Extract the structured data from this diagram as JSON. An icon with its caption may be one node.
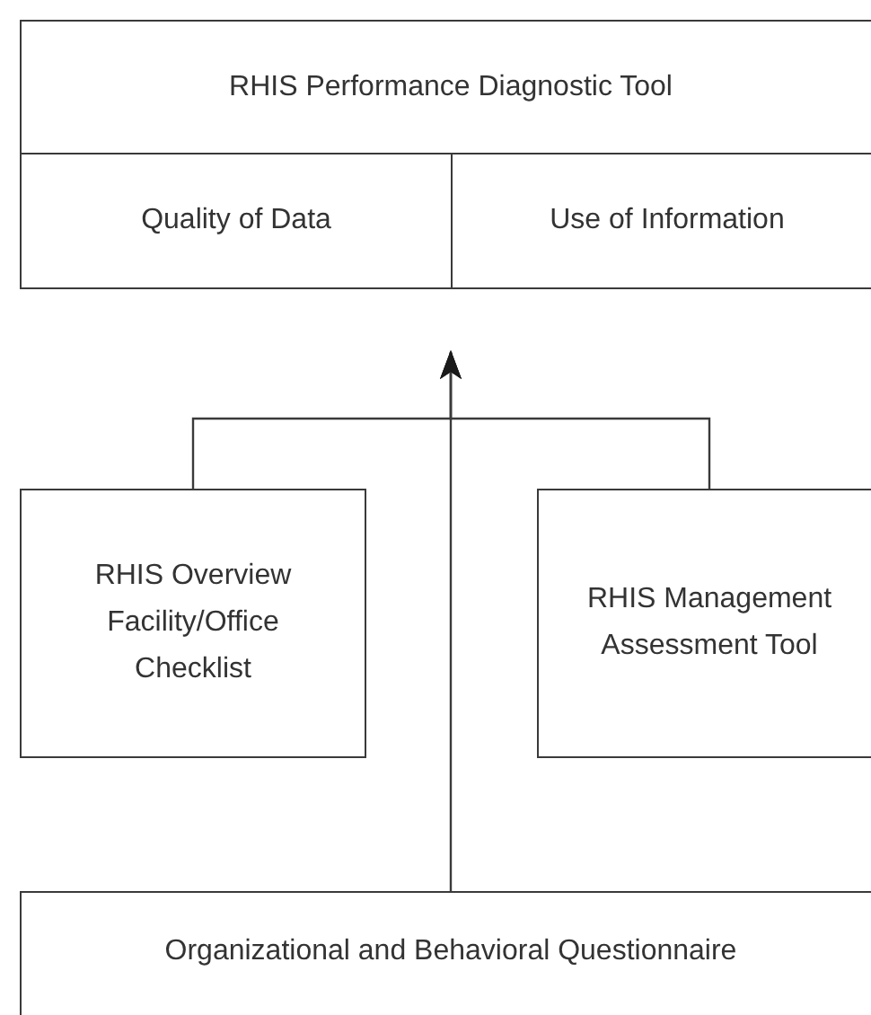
{
  "diagram": {
    "nodes": [
      {
        "text": [
          "RHIS Performance Diagnostic Tool"
        ]
      },
      {
        "text": [
          "Quality of Data"
        ],
        "in": 0
      },
      {
        "text": [
          "Use of Information"
        ],
        "in": 0
      },
      {
        "text": [
          "RHIS Overview Facility/Office Checklist"
        ]
      },
      {
        "text": [
          "RHIS Management Assessment Tool"
        ]
      },
      {
        "text": [
          "Organizational and Behavioral Questionnaire"
        ]
      }
    ],
    "edges": [
      {
        "from": 3,
        "to": 0,
        "arrow": "to"
      },
      {
        "from": 4,
        "to": 0,
        "arrow": "to"
      },
      {
        "from": 5,
        "to": 0,
        "arrow": "to"
      }
    ]
  }
}
